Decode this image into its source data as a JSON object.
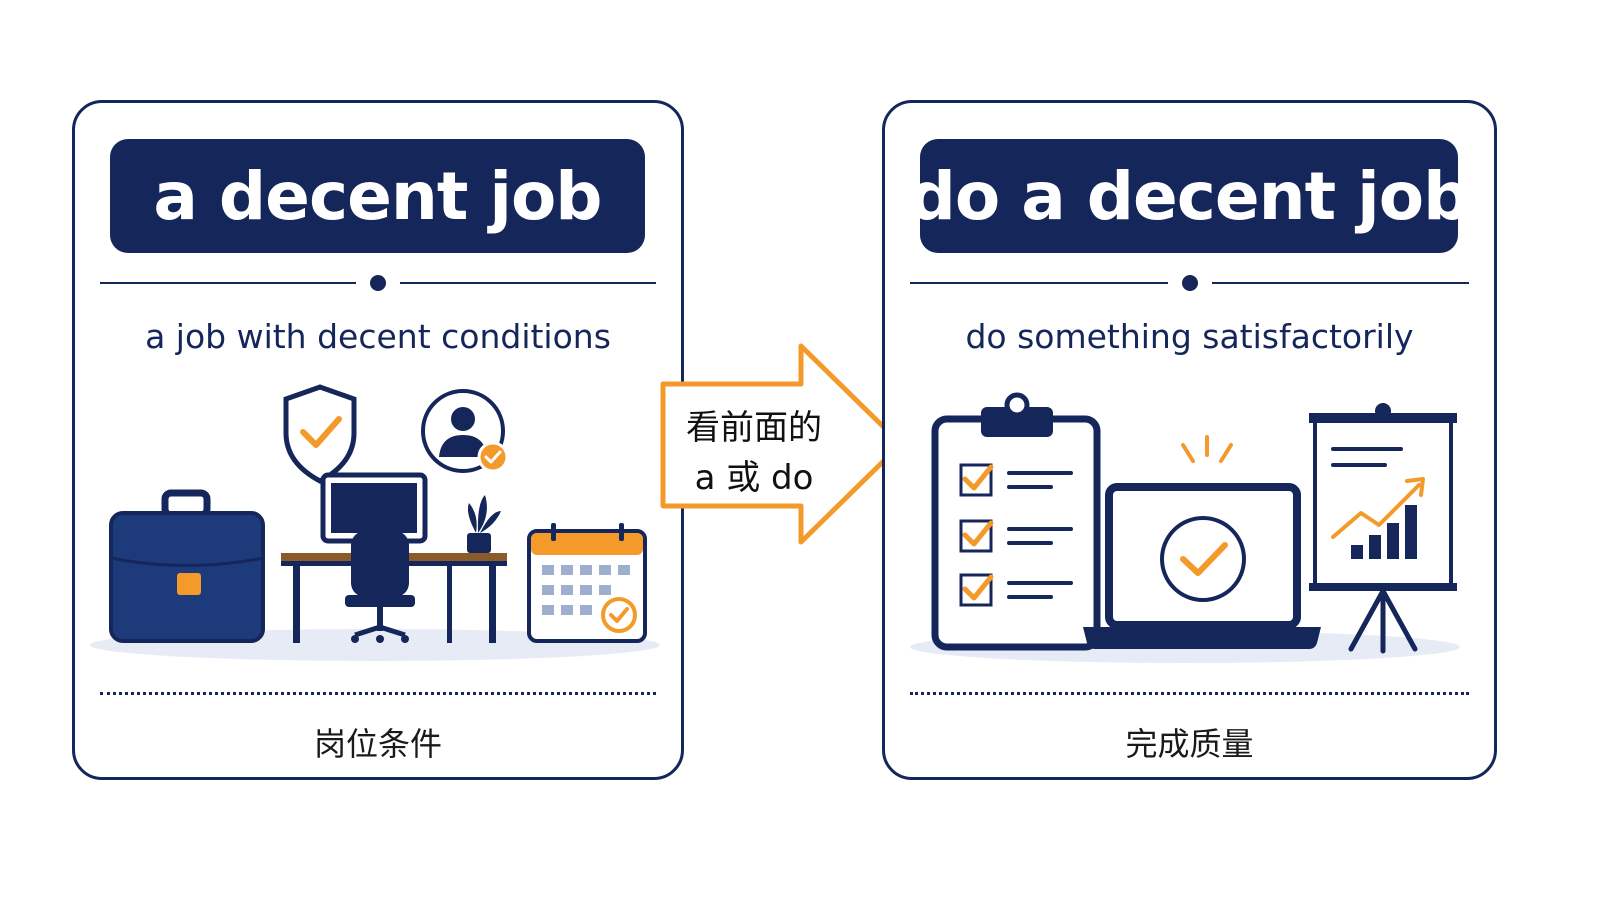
{
  "left_card": {
    "title": "a decent job",
    "subtitle": "a job with decent conditions",
    "footer": "岗位条件"
  },
  "right_card": {
    "title": "do a decent job",
    "subtitle": "do something satisfactorily",
    "footer": "完成质量"
  },
  "arrow": {
    "line1": "看前面的",
    "line2": "a 或 do"
  },
  "icons": {
    "left": [
      "shield-check-icon",
      "user-check-icon",
      "briefcase-icon",
      "desk-computer-icon",
      "office-chair-icon",
      "plant-icon",
      "calendar-check-icon"
    ],
    "right": [
      "clipboard-checklist-icon",
      "laptop-check-icon",
      "sparkle-icon",
      "presentation-chart-icon"
    ]
  },
  "colors": {
    "navy": "#14265a",
    "orange": "#f39a2b",
    "ground": "#e7ebf5"
  }
}
